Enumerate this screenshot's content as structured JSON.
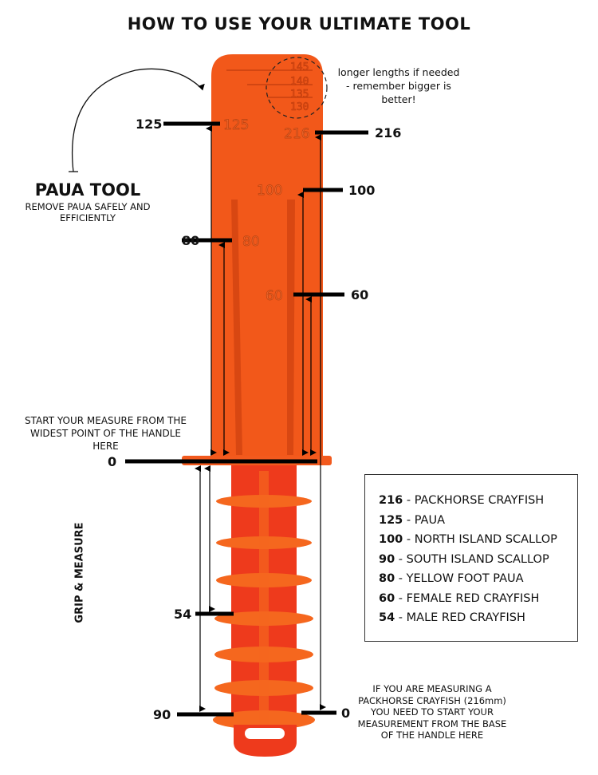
{
  "title": "HOW TO USE YOUR ULTIMATE TOOL",
  "colors": {
    "blade": "#f2581a",
    "handle": "#ee3a1c",
    "rib": "#f5671e",
    "marker": "#000000"
  },
  "longer_lengths_note": "longer lengths if needed - remember bigger is better!",
  "longer_lengths_marks": [
    "145",
    "140",
    "135",
    "130"
  ],
  "paua_tool": {
    "title": "PAUA TOOL",
    "subtitle": "REMOVE PAUA SAFELY AND EFFICIENTLY"
  },
  "start_note": "START YOUR MEASURE FROM THE WIDEST POINT OF THE HANDLE HERE",
  "grip_label": "GRIP & MEASURE",
  "packhorse_note": "IF YOU ARE MEASURING A PACKHORSE CRAYFISH (216mm) YOU NEED TO START YOUR MEASUREMENT FROM THE BASE OF THE HANDLE HERE",
  "markers": {
    "m125": "125",
    "m216": "216",
    "m100": "100",
    "m80": "80",
    "m60": "60",
    "zero_top": "0",
    "m54": "54",
    "m90": "90",
    "zero_bottom": "0"
  },
  "tool_engravings": {
    "e125": "125",
    "e216": "216",
    "e100": "100",
    "e80": "80",
    "e60": "60"
  },
  "legend": [
    {
      "value": "216",
      "label": " - PACKHORSE CRAYFISH"
    },
    {
      "value": "125",
      "label": " - PAUA"
    },
    {
      "value": "100",
      "label": " - NORTH ISLAND SCALLOP"
    },
    {
      "value": "90",
      "label": " - SOUTH ISLAND SCALLOP"
    },
    {
      "value": "80",
      "label": " - YELLOW FOOT PAUA"
    },
    {
      "value": "60",
      "label": " - FEMALE RED CRAYFISH"
    },
    {
      "value": "54",
      "label": " - MALE RED CRAYFISH"
    }
  ]
}
